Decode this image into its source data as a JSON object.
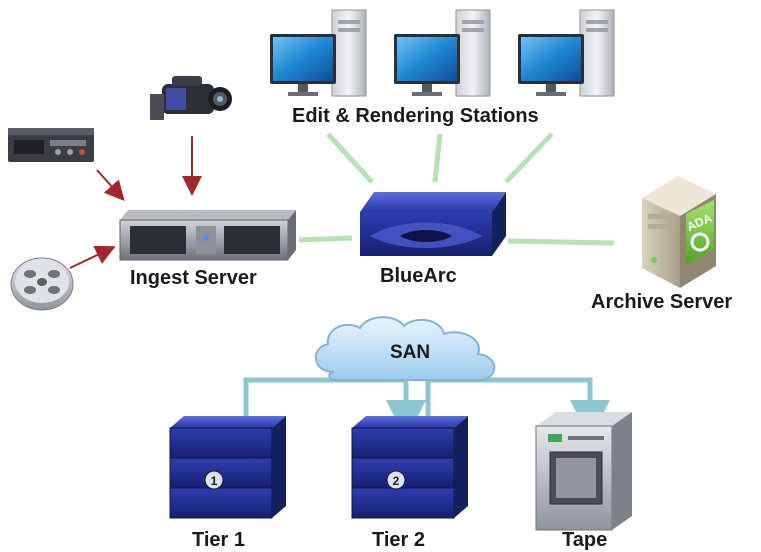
{
  "labels": {
    "edit_stations": "Edit & Rendering Stations",
    "ingest_server": "Ingest Server",
    "bluearc": "BlueArc",
    "archive_server": "Archive Server",
    "san": "SAN",
    "tier1": "Tier 1",
    "tier2": "Tier 2",
    "tape": "Tape",
    "ada_badge": "ADA",
    "tier1_badge": "1",
    "tier2_badge": "2"
  },
  "colors": {
    "connector_green": "#b7e2b3",
    "connector_teal": "#8cc7cf",
    "input_arrow": "#a3262a",
    "storage_blue": "#2d3aa8",
    "cloud_blue": "#a9d4ee",
    "monitor_screen": "#2a8fd6",
    "archive_green": "#7ccf4a"
  },
  "icons": {
    "edit_stations": "workstation-icon",
    "deck": "video-deck-icon",
    "camera": "video-camera-icon",
    "reel": "film-reel-icon",
    "ingest": "rack-server-icon",
    "bluearc": "storage-appliance-icon",
    "archive": "archive-server-icon",
    "san": "cloud-icon",
    "tier1": "disk-array-icon",
    "tier2": "disk-array-icon",
    "tape": "tape-library-icon"
  }
}
